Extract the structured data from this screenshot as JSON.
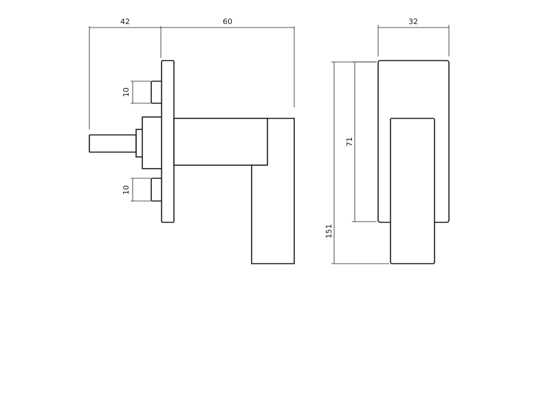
{
  "dimensions": {
    "spindle_length": "42",
    "handle_projection": "60",
    "lever_width": "32",
    "rose_height": "71",
    "total_height": "151",
    "screw_top": "10",
    "screw_bottom": "10"
  }
}
